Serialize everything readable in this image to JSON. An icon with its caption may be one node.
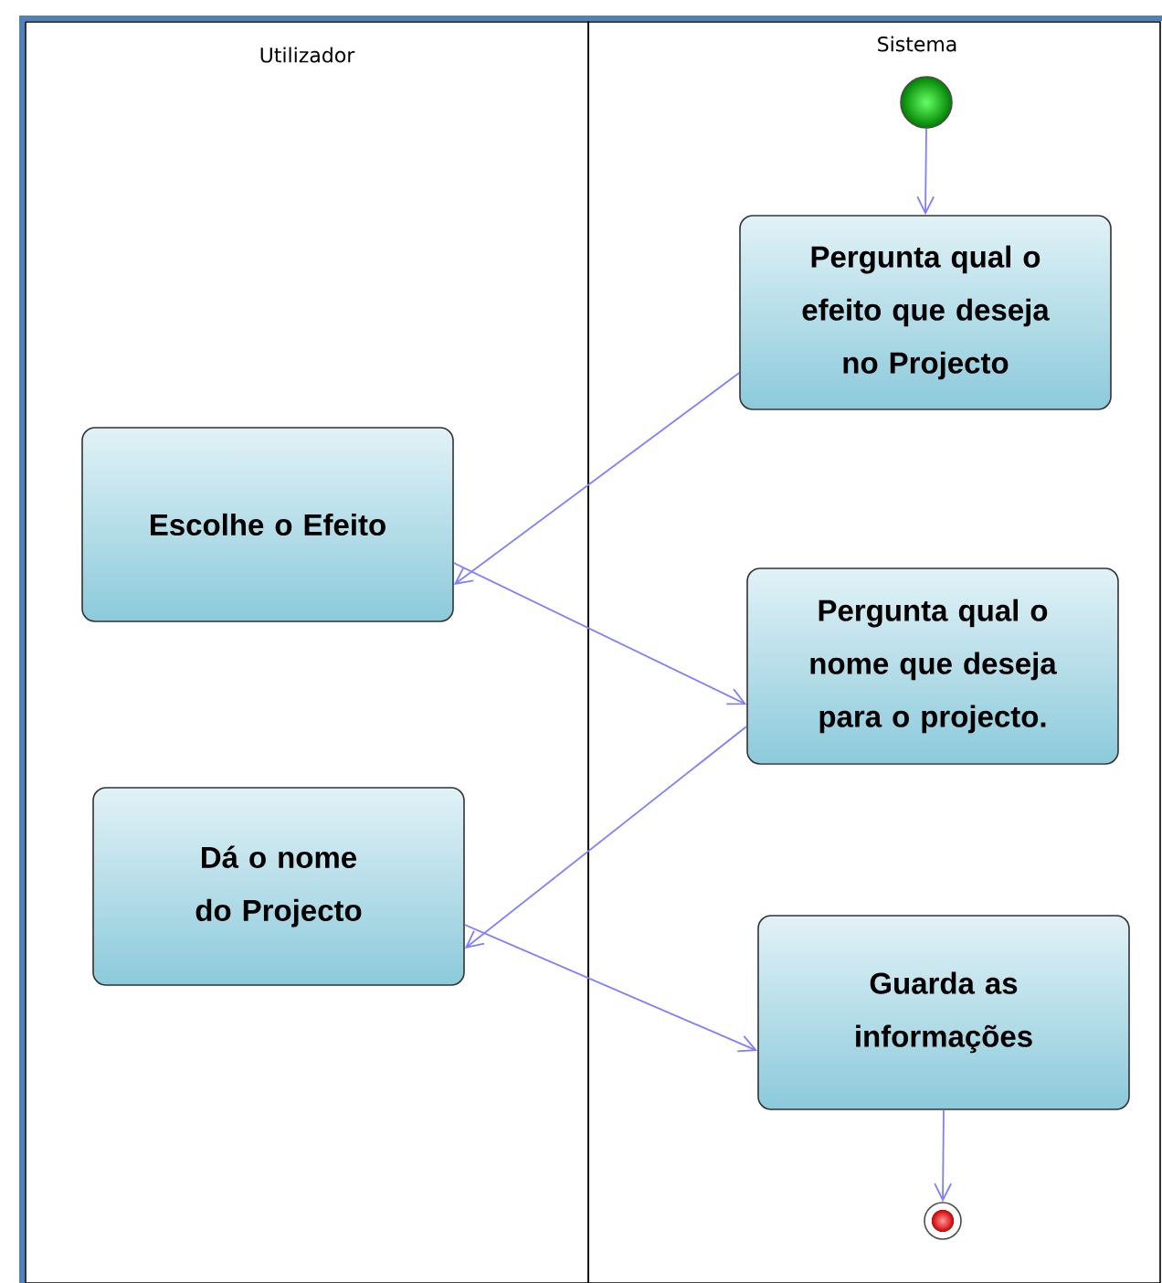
{
  "diagram": {
    "nodes": [
      {
        "text": [
          "Utilizador"
        ]
      },
      {
        "text": [
          "Sistema"
        ]
      },
      {
        "text": [],
        "shape": "circle",
        "in": 1
      },
      {
        "text": [
          "Pergunta qual o efeito que deseja no Projecto"
        ],
        "in": 1
      },
      {
        "text": [
          "Escolhe o Efeito"
        ],
        "in": 0
      },
      {
        "text": [
          "Pergunta qual o nome que deseja para o projecto."
        ],
        "in": 1
      },
      {
        "text": [
          "Dá o nome do Projecto"
        ],
        "in": 0
      },
      {
        "text": [
          "Guarda as informações"
        ],
        "in": 1
      },
      {
        "text": [],
        "shape": "circle",
        "in": 1
      }
    ],
    "edges": [
      {
        "from": 2,
        "to": 3,
        "arrow": "to"
      },
      {
        "from": 3,
        "to": 4,
        "arrow": "to"
      },
      {
        "from": 4,
        "to": 5,
        "arrow": "to"
      },
      {
        "from": 5,
        "to": 6,
        "arrow": "to"
      },
      {
        "from": 6,
        "to": 7,
        "arrow": "to"
      },
      {
        "from": 7,
        "to": 8,
        "arrow": "to"
      }
    ]
  }
}
